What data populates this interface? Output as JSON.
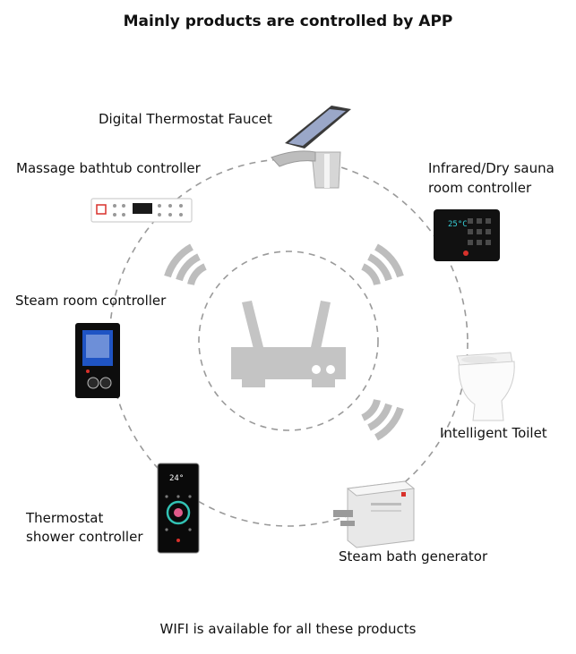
{
  "title": "Mainly products are controlled by APP",
  "footer": "WIFI is available for all these products",
  "products": {
    "faucet": "Digital Thermostat Faucet",
    "bathtub": "Massage bathtub controller",
    "sauna_line1": "Infrared/Dry sauna",
    "sauna_line2": "room controller",
    "steam_room": "Steam room controller",
    "toilet": "Intelligent Toilet",
    "shower_line1": "Thermostat",
    "shower_line2": "shower controller",
    "generator": "Steam bath generator"
  },
  "device_text": {
    "sauna_temp": "25°C",
    "shower_temp": "24°"
  },
  "icons": [
    "wifi-signal-icon",
    "router-icon"
  ],
  "colors": {
    "dashed": "#9a9a9a",
    "router": "#c4c4c4",
    "wifi": "#bdbdbd",
    "accent": "#d8312b"
  }
}
